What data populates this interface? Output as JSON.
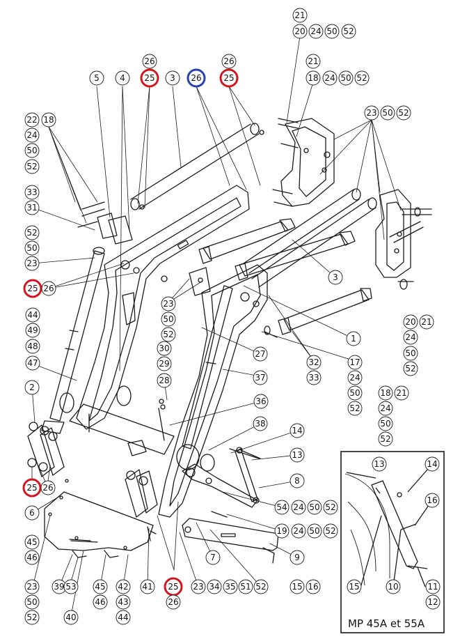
{
  "diagram": {
    "caption": "MP 45A et 55A",
    "colors": {
      "line": "#1a1a1a",
      "highlight_red": "#d1161f",
      "highlight_blue": "#2a3fb0",
      "background": "#ffffff"
    },
    "callouts": [
      {
        "id": "c1",
        "text": "21"
      },
      {
        "id": "c2",
        "text": "20"
      },
      {
        "id": "c3",
        "text": "24"
      },
      {
        "id": "c4",
        "text": "50"
      },
      {
        "id": "c5",
        "text": "52"
      },
      {
        "id": "c6",
        "text": "26"
      },
      {
        "id": "c7",
        "text": "26"
      },
      {
        "id": "c8",
        "text": "21"
      },
      {
        "id": "c9",
        "text": "5"
      },
      {
        "id": "c10",
        "text": "4"
      },
      {
        "id": "c11",
        "text": "25",
        "hl": "red"
      },
      {
        "id": "c12",
        "text": "3"
      },
      {
        "id": "c13",
        "text": "26",
        "hl": "blue"
      },
      {
        "id": "c14",
        "text": "25",
        "hl": "red"
      },
      {
        "id": "c15",
        "text": "18"
      },
      {
        "id": "c16",
        "text": "24"
      },
      {
        "id": "c17",
        "text": "50"
      },
      {
        "id": "c18",
        "text": "52"
      },
      {
        "id": "c19",
        "text": "23"
      },
      {
        "id": "c20",
        "text": "50"
      },
      {
        "id": "c21",
        "text": "52"
      },
      {
        "id": "c22",
        "text": "22"
      },
      {
        "id": "c23",
        "text": "18"
      },
      {
        "id": "c24",
        "text": "24"
      },
      {
        "id": "c25",
        "text": "50"
      },
      {
        "id": "c26",
        "text": "52"
      },
      {
        "id": "c27",
        "text": "33"
      },
      {
        "id": "c28",
        "text": "31"
      },
      {
        "id": "c29",
        "text": "52"
      },
      {
        "id": "c30",
        "text": "50"
      },
      {
        "id": "c31",
        "text": "23"
      },
      {
        "id": "c32",
        "text": "25",
        "hl": "red"
      },
      {
        "id": "c33",
        "text": "26"
      },
      {
        "id": "c34",
        "text": "3"
      },
      {
        "id": "c35",
        "text": "23"
      },
      {
        "id": "c36",
        "text": "50"
      },
      {
        "id": "c37",
        "text": "52"
      },
      {
        "id": "c38",
        "text": "20"
      },
      {
        "id": "c39",
        "text": "21"
      },
      {
        "id": "c40",
        "text": "24"
      },
      {
        "id": "c41",
        "text": "50"
      },
      {
        "id": "c42",
        "text": "52"
      },
      {
        "id": "c43",
        "text": "44"
      },
      {
        "id": "c44",
        "text": "49"
      },
      {
        "id": "c45",
        "text": "48"
      },
      {
        "id": "c46",
        "text": "47"
      },
      {
        "id": "c47",
        "text": "1"
      },
      {
        "id": "c48",
        "text": "30"
      },
      {
        "id": "c49",
        "text": "29"
      },
      {
        "id": "c50",
        "text": "28"
      },
      {
        "id": "c51",
        "text": "27"
      },
      {
        "id": "c52",
        "text": "32"
      },
      {
        "id": "c53",
        "text": "33"
      },
      {
        "id": "c54",
        "text": "17"
      },
      {
        "id": "c55",
        "text": "24"
      },
      {
        "id": "c56",
        "text": "50"
      },
      {
        "id": "c57",
        "text": "52"
      },
      {
        "id": "c58",
        "text": "37"
      },
      {
        "id": "c59",
        "text": "18"
      },
      {
        "id": "c60",
        "text": "21"
      },
      {
        "id": "c61",
        "text": "24"
      },
      {
        "id": "c62",
        "text": "50"
      },
      {
        "id": "c63",
        "text": "52"
      },
      {
        "id": "c64",
        "text": "2"
      },
      {
        "id": "c65",
        "text": "36"
      },
      {
        "id": "c66",
        "text": "38"
      },
      {
        "id": "c67",
        "text": "14"
      },
      {
        "id": "c68",
        "text": "13"
      },
      {
        "id": "c69",
        "text": "25",
        "hl": "red"
      },
      {
        "id": "c70",
        "text": "26"
      },
      {
        "id": "c71",
        "text": "8"
      },
      {
        "id": "c72",
        "text": "54"
      },
      {
        "id": "c73",
        "text": "24"
      },
      {
        "id": "c74",
        "text": "50"
      },
      {
        "id": "c75",
        "text": "52"
      },
      {
        "id": "c76",
        "text": "6"
      },
      {
        "id": "c77",
        "text": "19"
      },
      {
        "id": "c78",
        "text": "24"
      },
      {
        "id": "c79",
        "text": "50"
      },
      {
        "id": "c80",
        "text": "52"
      },
      {
        "id": "c81",
        "text": "45"
      },
      {
        "id": "c82",
        "text": "46"
      },
      {
        "id": "c83",
        "text": "7"
      },
      {
        "id": "c84",
        "text": "9"
      },
      {
        "id": "c85",
        "text": "23"
      },
      {
        "id": "c86",
        "text": "39"
      },
      {
        "id": "c87",
        "text": "53"
      },
      {
        "id": "c88",
        "text": "45"
      },
      {
        "id": "c89",
        "text": "42"
      },
      {
        "id": "c90",
        "text": "41"
      },
      {
        "id": "c91",
        "text": "25",
        "hl": "red"
      },
      {
        "id": "c92",
        "text": "23"
      },
      {
        "id": "c93",
        "text": "34"
      },
      {
        "id": "c94",
        "text": "35"
      },
      {
        "id": "c95",
        "text": "51"
      },
      {
        "id": "c96",
        "text": "52"
      },
      {
        "id": "c97",
        "text": "15"
      },
      {
        "id": "c98",
        "text": "16"
      },
      {
        "id": "c99",
        "text": "50"
      },
      {
        "id": "c100",
        "text": "46"
      },
      {
        "id": "c101",
        "text": "43"
      },
      {
        "id": "c102",
        "text": "26"
      },
      {
        "id": "c103",
        "text": "52"
      },
      {
        "id": "c104",
        "text": "40"
      },
      {
        "id": "c105",
        "text": "44"
      },
      {
        "id": "c106",
        "text": "13"
      },
      {
        "id": "c107",
        "text": "14"
      },
      {
        "id": "c108",
        "text": "16"
      },
      {
        "id": "c109",
        "text": "15"
      },
      {
        "id": "c110",
        "text": "10"
      },
      {
        "id": "c111",
        "text": "11"
      },
      {
        "id": "c112",
        "text": "12"
      }
    ]
  }
}
